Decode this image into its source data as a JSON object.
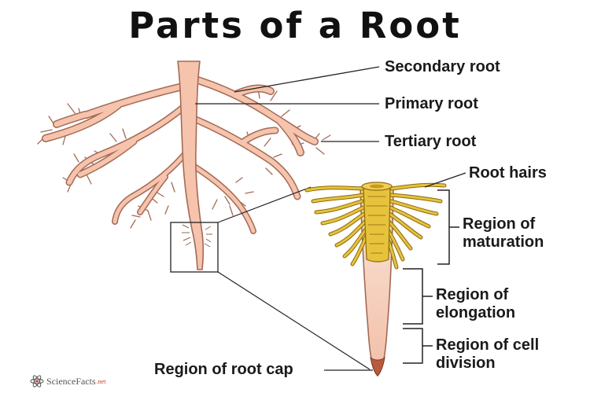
{
  "title": "Parts of a Root",
  "labels": {
    "secondary_root": "Secondary root",
    "primary_root": "Primary root",
    "tertiary_root": "Tertiary root",
    "root_hairs": "Root hairs",
    "maturation_1": "Region of",
    "maturation_2": "maturation",
    "elongation_1": "Region of",
    "elongation_2": "elongation",
    "cell_division_1": "Region of cell",
    "cell_division_2": "division",
    "root_cap": "Region of root cap"
  },
  "logo": {
    "name": "ScienceFacts",
    "tld": ".net"
  },
  "colors": {
    "root_fill": "#f6c3ad",
    "root_outline": "#a46a55",
    "hair_fill": "#e7c23c",
    "hair_outline": "#8a6a0c",
    "cap": "#b85a3c",
    "line": "#222222"
  }
}
